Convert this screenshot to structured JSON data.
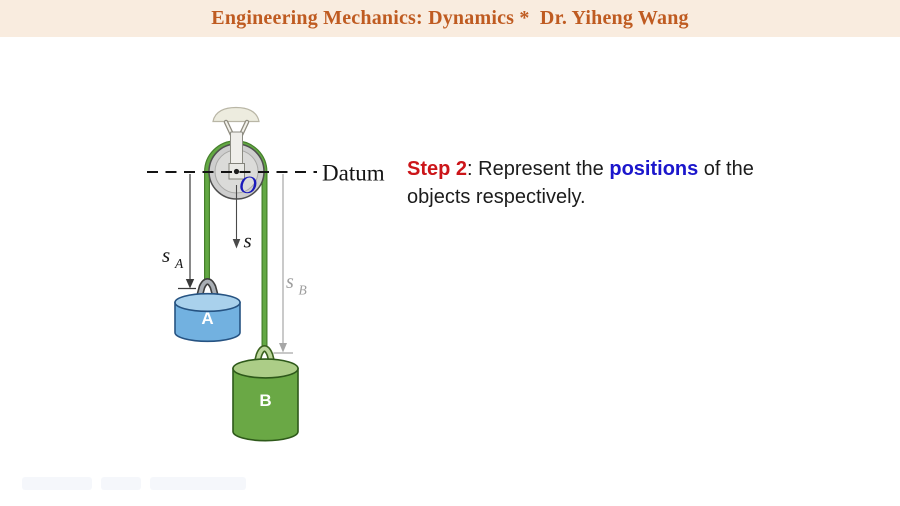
{
  "header": {
    "title": "Engineering Mechanics: Dynamics *  Dr. Yiheng Wang"
  },
  "step": {
    "label": "Step 2",
    "separator": ": ",
    "text_before": "Represent the ",
    "highlight": "positions",
    "text_after": " of the",
    "text_line2": "objects respectively."
  },
  "diagram": {
    "datum_label": "Datum",
    "pulley_center_label": "O",
    "rope_position_label": "s",
    "block_a_position_label": "s",
    "block_a_position_sub": "A",
    "block_b_position_label": "s",
    "block_b_position_sub": "B",
    "block_a_label": "A",
    "block_b_label": "B"
  },
  "colors": {
    "header_bg": "#f9ecdf",
    "header_text": "#bf5b21",
    "step_red": "#cc1519",
    "step_blue": "#1b16cc",
    "rope_green": "#63a844",
    "rope_green_dark": "#46802c",
    "block_a_fill": "#72b1e0",
    "block_a_top": "#a9d1ec",
    "block_b_fill": "#6aa845",
    "block_b_top": "#accd87",
    "sb_gray": "#9e9e9e",
    "datum_color": "#141414",
    "origin_blue": "#1a1abb"
  }
}
